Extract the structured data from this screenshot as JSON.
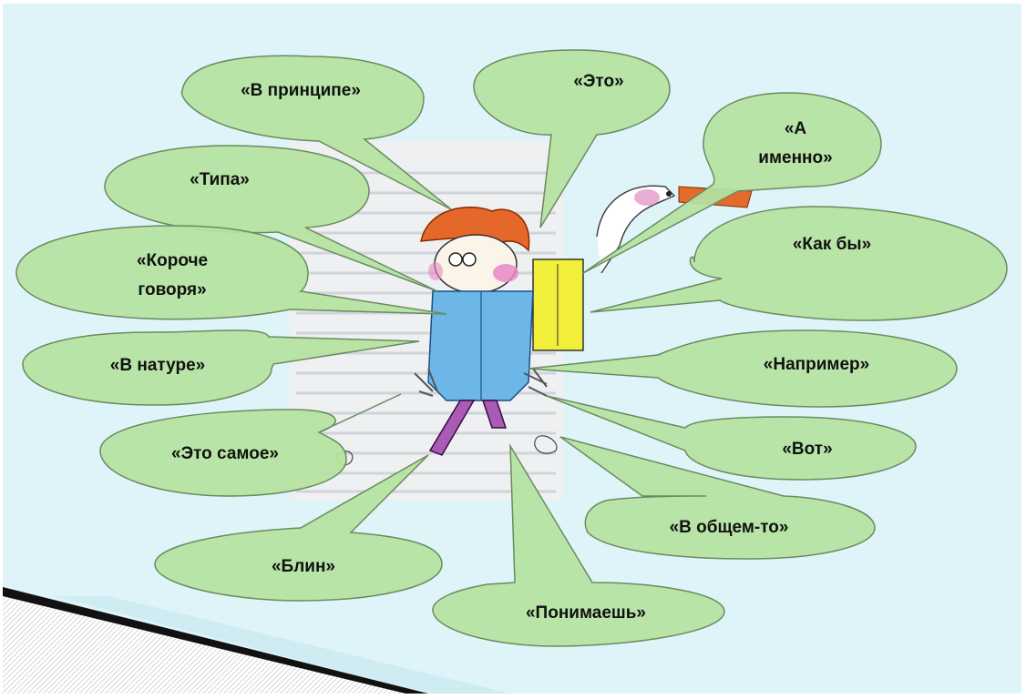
{
  "slide": {
    "background_color": "#dff4f8",
    "bubble_fill": "#b5e3a0",
    "bubble_stroke": "#6b8a60",
    "bubbles": [
      {
        "id": "v-printsipe",
        "label": "«В принципе»"
      },
      {
        "id": "eto",
        "label": "«Это»"
      },
      {
        "id": "a-imenno",
        "line1": "«А",
        "line2": "именно»"
      },
      {
        "id": "tipa",
        "label": "«Типа»"
      },
      {
        "id": "kak-by",
        "label": "«Как бы»"
      },
      {
        "id": "koroche-govorya",
        "line1": "«Короче",
        "line2": "говоря»"
      },
      {
        "id": "v-nature",
        "label": "«В натуре»"
      },
      {
        "id": "naprimer",
        "label": "«Например»"
      },
      {
        "id": "eto-samoe",
        "label": "«Это самое»"
      },
      {
        "id": "vot",
        "label": "«Вот»"
      },
      {
        "id": "v-obshchem-to",
        "label": "«В общем-то»"
      },
      {
        "id": "blin",
        "label": "«Блин»"
      },
      {
        "id": "ponimaesh",
        "label": "«Понимаешь»"
      }
    ],
    "illustration": {
      "description": "cartoon boy with red hair, blue jacket, yellow backpack, and a bird on a book page background",
      "icon": "cartoon-boy-illustration"
    }
  }
}
